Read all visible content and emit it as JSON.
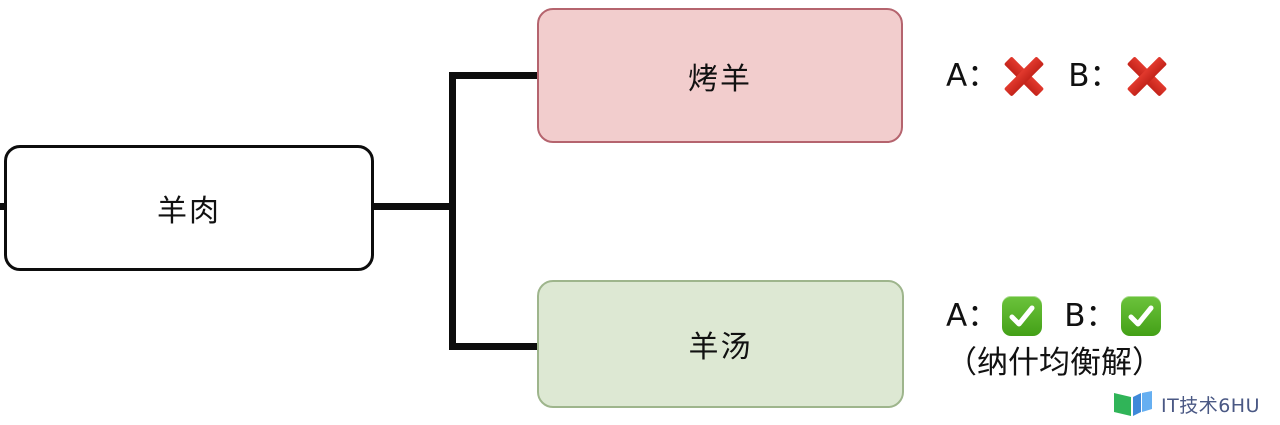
{
  "diagram": {
    "type": "mind-map",
    "root": {
      "label": "羊肉",
      "fill": "#ffffff",
      "stroke": "#0d0d0d"
    },
    "branches": [
      {
        "label": "烤羊",
        "fill": "#f2cdcd",
        "stroke": "#b5646e",
        "payoff": {
          "player_a_label": "A：",
          "player_a_mark": "cross-mark-icon",
          "player_b_label": "B：",
          "player_b_mark": "cross-mark-icon"
        }
      },
      {
        "label": "羊汤",
        "fill": "#dde8d3",
        "stroke": "#9eb58c",
        "payoff": {
          "player_a_label": "A：",
          "player_a_mark": "check-mark-icon",
          "player_b_label": "B：",
          "player_b_mark": "check-mark-icon",
          "note": "（纳什均衡解）"
        }
      }
    ]
  },
  "colors": {
    "cross_red": "#d6281e",
    "check_green": "#57b62b",
    "line_black": "#0d0d0d"
  },
  "watermark": {
    "text": "IT技术6HU",
    "logo": "book-logo-icon"
  }
}
